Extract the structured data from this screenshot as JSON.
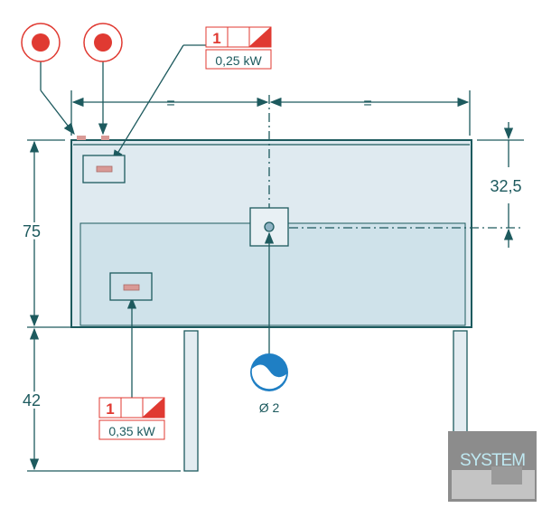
{
  "dimensions": {
    "width_equal_left": "=",
    "width_equal_right": "=",
    "height_tank": "75",
    "height_legs": "42",
    "drain_offset": "32,5"
  },
  "heater_top": {
    "count": "1",
    "power": "0,25 kW"
  },
  "heater_bottom": {
    "count": "1",
    "power": "0,35 kW"
  },
  "drain": {
    "label": "Ø 2"
  },
  "logo": {
    "text": "SYSTEM"
  },
  "colors": {
    "line": "#1d5a5e",
    "red": "#e03a32",
    "tank_top": "#dfeaf0",
    "tank_bottom": "#cfe2ea",
    "drain_blue": "#1f7fc4"
  }
}
